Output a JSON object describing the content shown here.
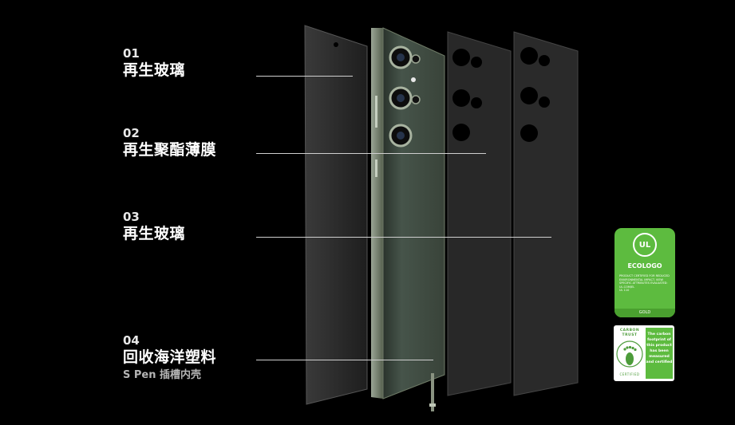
{
  "layers": [
    {
      "number": "01",
      "title": "再生玻璃"
    },
    {
      "number": "02",
      "title": "再生聚酯薄膜"
    },
    {
      "number": "03",
      "title": "再生玻璃"
    },
    {
      "number": "04",
      "title": "回收海洋塑料",
      "subtitle": "S Pen 插槽内壳"
    }
  ],
  "badges": {
    "ecologo": {
      "mark": "UL",
      "name": "ECOLOGO",
      "fine_print": "PRODUCT CERTIFIED FOR REDUCED ENVIRONMENTAL IMPACT. VIEW SPECIFIC ATTRIBUTES EVALUATED: UL.COM/EL",
      "code": "UL 110",
      "level": "GOLD"
    },
    "carbon_trust": {
      "header": "CARBON TRUST",
      "footer": "CERTIFIED",
      "statement": "The carbon footprint of this product has been measured and certified"
    }
  },
  "colors": {
    "background": "#000000",
    "badge_green": "#5dbb3f",
    "phone_green": "#3d4a40"
  }
}
